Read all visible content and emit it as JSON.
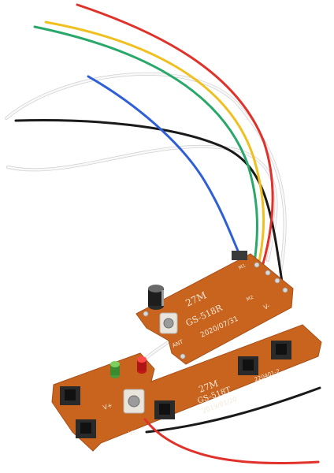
{
  "receiver_board": {
    "freq_label": "27M",
    "model_label": "GS-518R",
    "date_label": "2020/07/31",
    "ant_label": "ANT",
    "pin_labels": [
      "M1",
      "M2",
      "V-"
    ]
  },
  "transmitter_board": {
    "freq_label": "27M",
    "model_label": "GS-518T",
    "date_label": "2019/01/20",
    "code_label": "220401-2",
    "vplus_label": "V+",
    "vminus_label": "V-"
  },
  "wire_colors": {
    "red": "#e0322a",
    "yellow": "#f0c020",
    "green": "#2aa86a",
    "blue": "#2f5fd6",
    "black": "#1a1a1a",
    "white": "#f4f4f4"
  }
}
